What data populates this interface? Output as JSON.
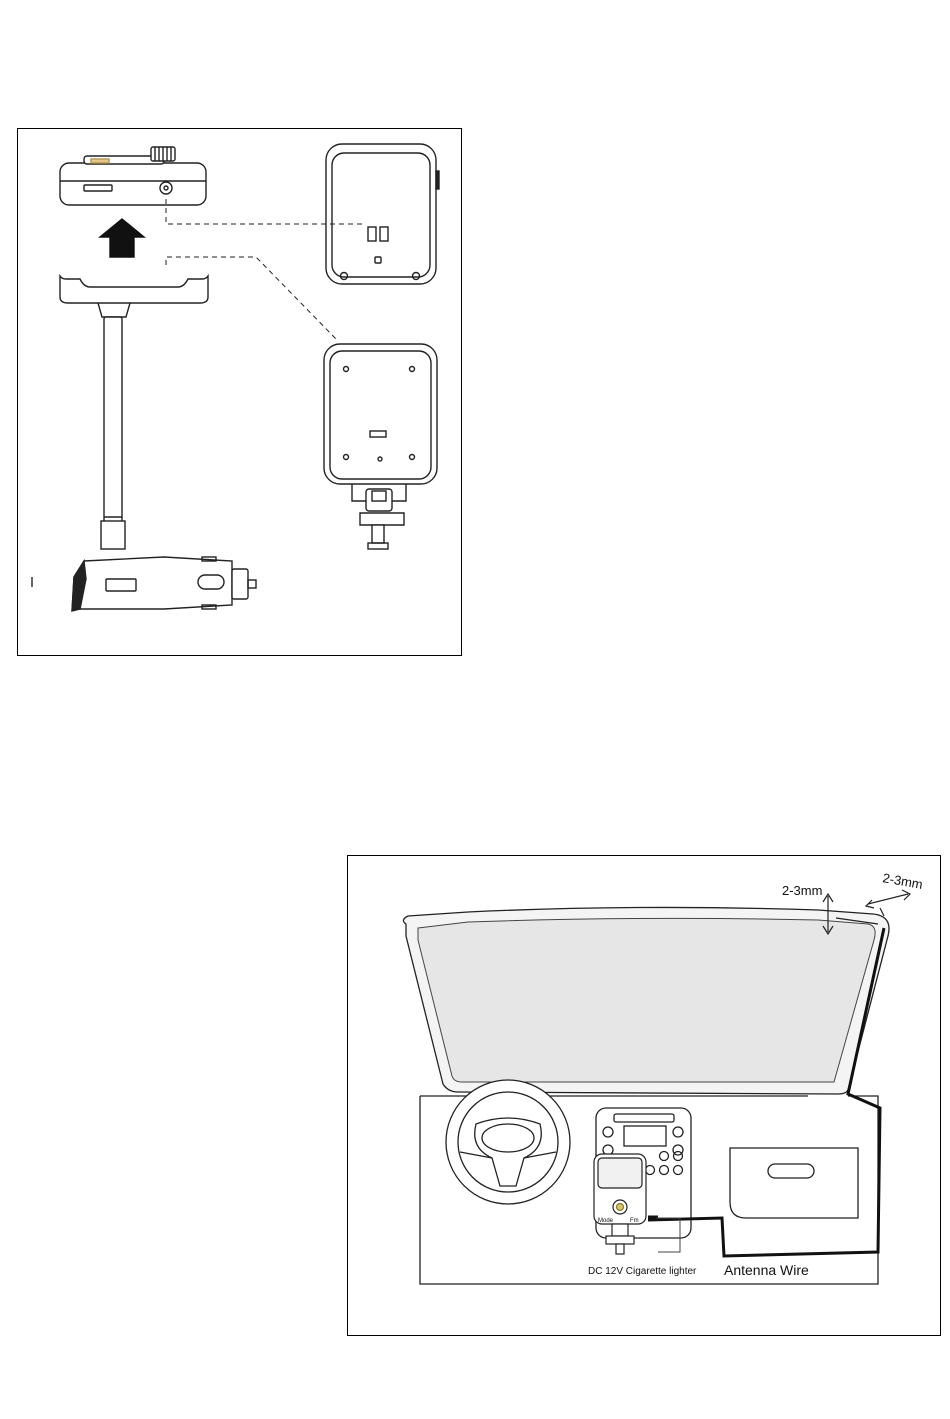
{
  "car_figure": {
    "gap_label_top": "2-3mm",
    "gap_label_side": "2-3mm",
    "lighter_label": "DC 12V Cigarette lighter",
    "antenna_label": "Antenna Wire",
    "device_button_left": "Mode",
    "device_button_right": "Fm"
  }
}
